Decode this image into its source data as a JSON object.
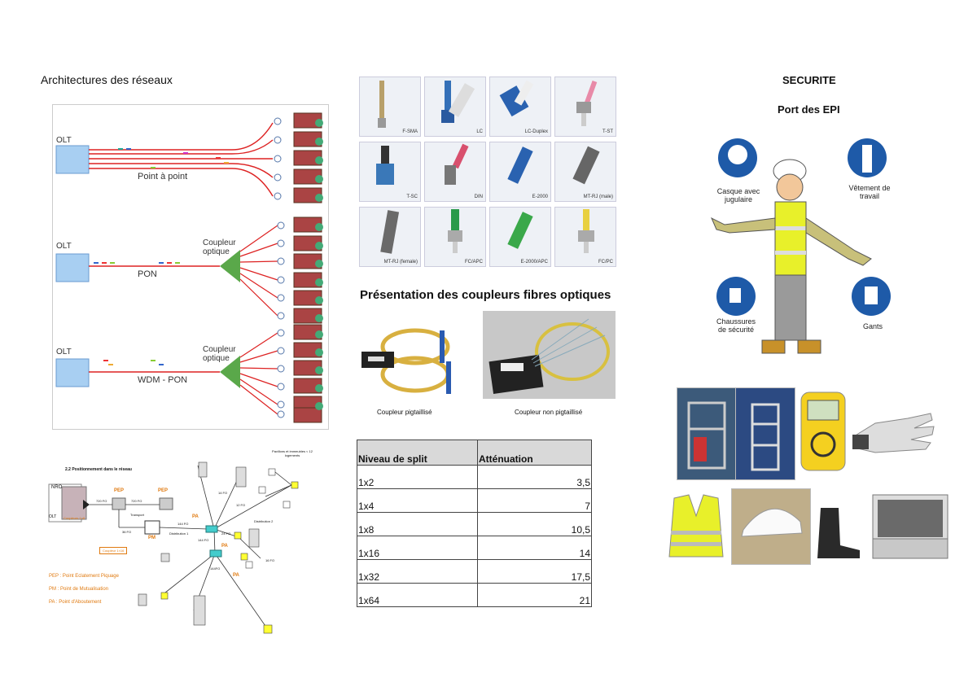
{
  "left": {
    "title": "Architectures des réseaux",
    "diagram": {
      "olt": "OLT",
      "point_a_point": "Point à point",
      "pon": "PON",
      "wdm_pon": "WDM - PON",
      "coupleur_line1": "Coupleur",
      "coupleur_line2": "optique"
    },
    "positioning": {
      "title": "2.2 Positionnement dans le réseau",
      "nro": "NRO",
      "olt": "OLT",
      "coupleurs": "Coupleurs 1×8",
      "pep1": "PEP",
      "pep2": "PEP",
      "fo720a": "720 FO",
      "fo720b": "720 FO",
      "transport": "Transport",
      "fo36": "36 FO",
      "pm": "PM",
      "pa1": "PA",
      "pa2": "PA",
      "pa3": "PA",
      "fo144a": "144 FO",
      "fo144b": "144 FO",
      "fo144c": "144FO",
      "distribution1": "Distribution 1",
      "distribution2": "Distribution 2",
      "fo14": "14 FO",
      "fo12": "12 FO",
      "fo24": "24 FO",
      "fo16": "16 FO",
      "pavillons": "Pavillons et immeubles < 12 logements",
      "coupleur_box": "Coupleur 1×16",
      "legend": [
        "PEP : Point Eclatement Piquage",
        "PM : Point de Mutualisation",
        "PA : Point d'Aboutement"
      ]
    }
  },
  "middle": {
    "connectors": [
      "F-SMA",
      "LC",
      "LC-Duplex",
      "T-ST",
      "T-SC",
      "DIN",
      "E-2000",
      "MT-RJ (male)",
      "MT-RJ (female)",
      "FC/APC",
      "E-2000/APC",
      "FC/PC"
    ],
    "couplers_title": "Présentation des coupleurs fibres optiques",
    "coupler_pigtail": "Coupleur pigtaillisé",
    "coupler_non_pigtail": "Coupleur non pigtaillisé",
    "table": {
      "headers": [
        "Niveau de split",
        "Atténuation"
      ],
      "rows": [
        [
          "1x2",
          "3,5"
        ],
        [
          "1x4",
          "7"
        ],
        [
          "1x8",
          "10,5"
        ],
        [
          "1x16",
          "14"
        ],
        [
          "1x32",
          "17,5"
        ],
        [
          "1x64",
          "21"
        ]
      ]
    }
  },
  "right": {
    "title": "SECURITE",
    "subtitle": "Port des EPI",
    "labels": {
      "casque_l1": "Casque avec",
      "casque_l2": "jugulaire",
      "vetement_l1": "Vêtement de",
      "vetement_l2": "travail",
      "chaussures_l1": "Chaussures",
      "chaussures_l2": "de sécurité",
      "gants": "Gants"
    }
  },
  "colors": {
    "olt_box": "#a8cff2",
    "fiber_red": "#d22",
    "coupler_green": "#5aa84a",
    "table_header": "#d9d9d9",
    "epi_blue": "#1e5aa8",
    "vest_yellow": "#e8f02a",
    "orange_label": "#e07a10"
  }
}
